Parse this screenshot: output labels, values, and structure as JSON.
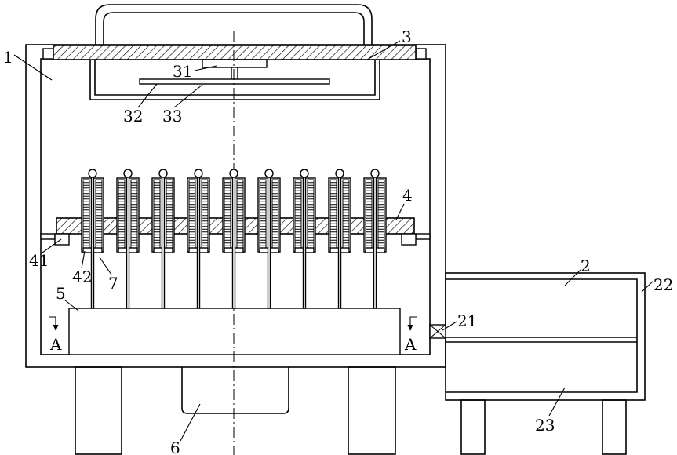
{
  "colors": {
    "line": "#000000",
    "paper": "#ffffff"
  },
  "labels": {
    "part_1": "1",
    "part_2": "2",
    "part_3": "3",
    "part_31": "31",
    "part_32": "32",
    "part_33": "33",
    "part_4": "4",
    "part_41": "41",
    "part_42": "42",
    "part_7": "7",
    "part_5": "5",
    "part_6": "6",
    "part_21": "21",
    "part_22": "22",
    "part_23": "23",
    "section_left": "A",
    "section_right": "A"
  }
}
